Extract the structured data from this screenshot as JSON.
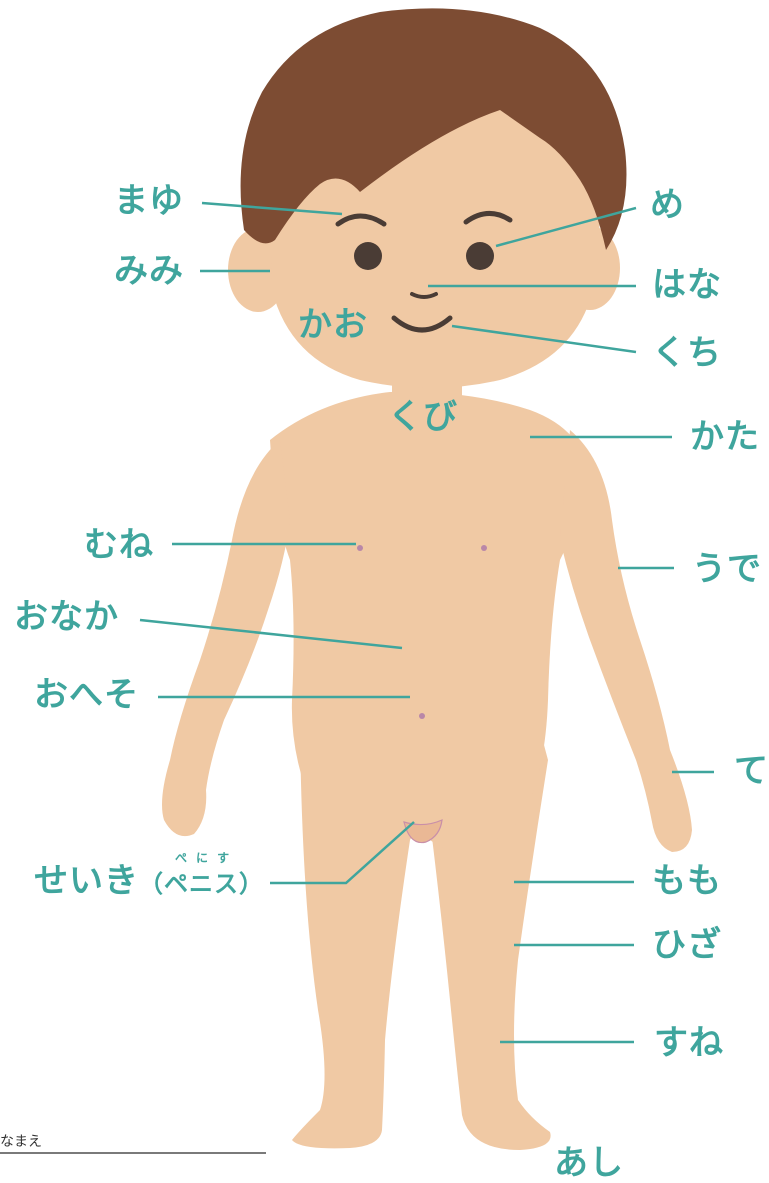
{
  "labels": {
    "mayu": "まゆ",
    "mimi": "みみ",
    "kao": "かお",
    "me": "め",
    "hana": "はな",
    "kuchi": "くち",
    "kubi": "くび",
    "kata": "かた",
    "mune": "むね",
    "ude": "うで",
    "onaka": "おなか",
    "oheso": "おへそ",
    "te": "て",
    "seiki": "せいき",
    "seiki_paren": "（ペニス）",
    "seiki_ruby": "ぺにす",
    "momo": "もも",
    "hiza": "ひざ",
    "sune": "すね",
    "ashi": "あし"
  },
  "name_field": {
    "label": "なまえ"
  },
  "colors": {
    "label": "#3fa59d",
    "skin": "#f0c9a4",
    "hair": "#7d4c33",
    "line": "#3fa59d",
    "nipple": "#b987a8"
  }
}
